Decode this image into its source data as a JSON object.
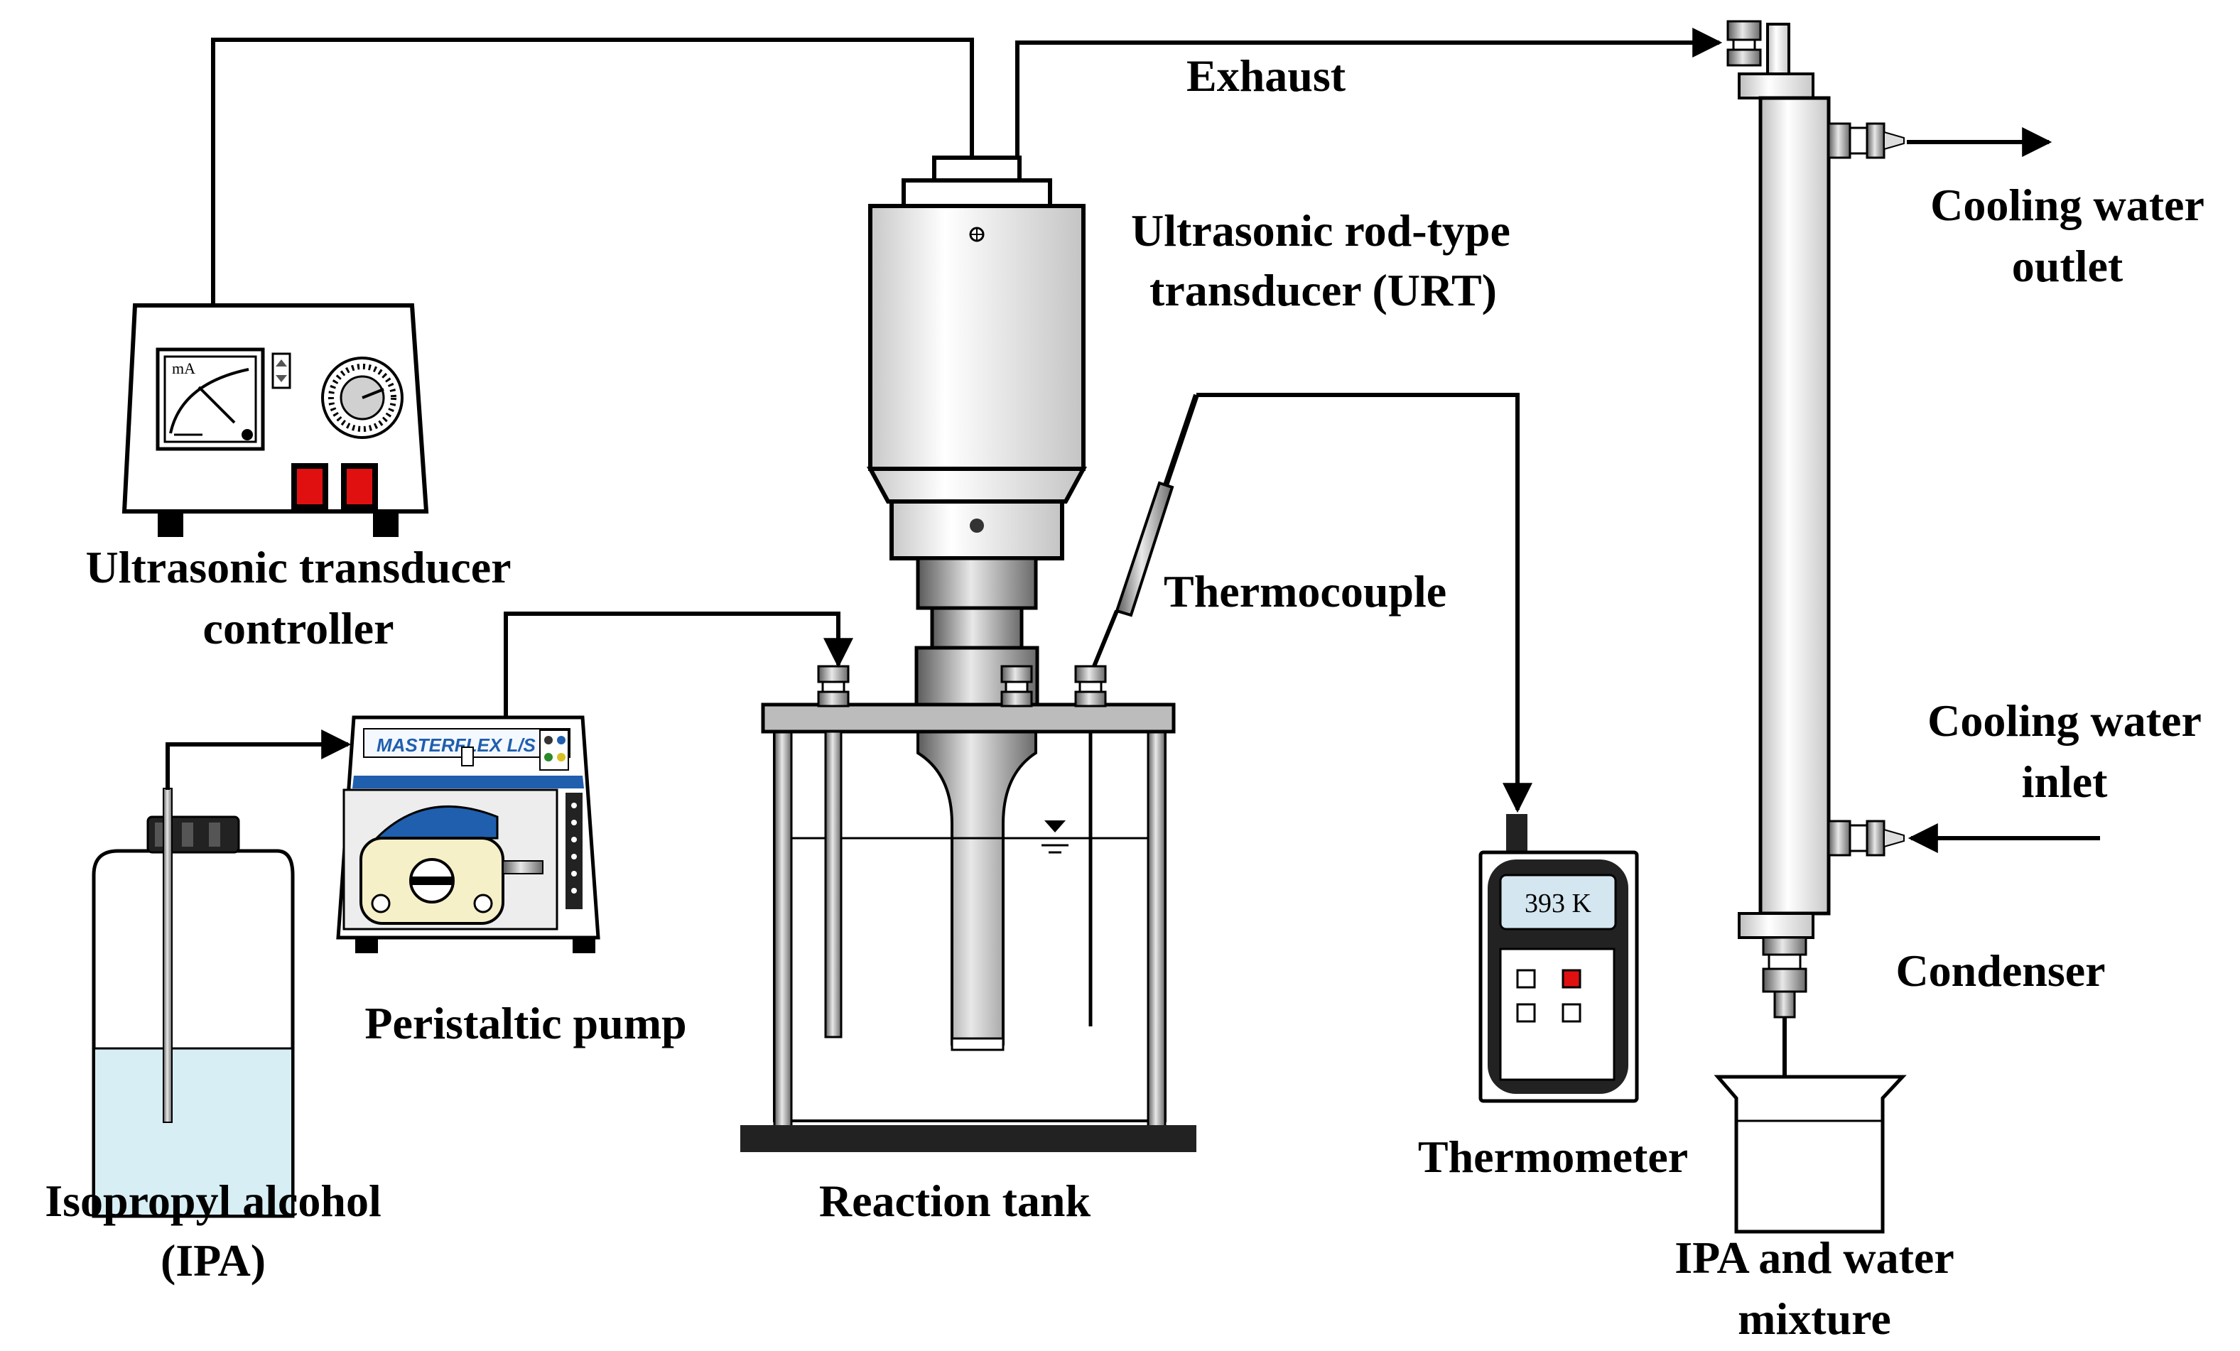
{
  "labels": {
    "exhaust": "Exhaust",
    "urt_line1": "Ultrasonic rod-type",
    "urt_line2": "transducer (URT)",
    "cooling_outlet_line1": "Cooling water",
    "cooling_outlet_line2": "outlet",
    "cooling_inlet_line1": "Cooling water",
    "cooling_inlet_line2": "inlet",
    "controller_line1": "Ultrasonic transducer",
    "controller_line2": "controller",
    "thermocouple": "Thermocouple",
    "peristaltic_pump": "Peristaltic pump",
    "thermometer": "Thermometer",
    "condenser": "Condenser",
    "reaction_tank": "Reaction tank",
    "ipa_line1": "Isopropyl alcohol",
    "ipa_line2": "(IPA)",
    "mixture_line1": "IPA and water",
    "mixture_line2": "mixture"
  },
  "device_text": {
    "meter_unit": "mA",
    "pump_brand": "MASTERFLEX  L/S",
    "thermometer_reading": "393 K"
  },
  "colors": {
    "ink": "#000000",
    "liquid": "#d6eef4",
    "pump_blue": "#1f5fae",
    "button_red": "#e01010",
    "steel_dark": "#6a6a6a",
    "steel_light": "#e8e8e8"
  }
}
